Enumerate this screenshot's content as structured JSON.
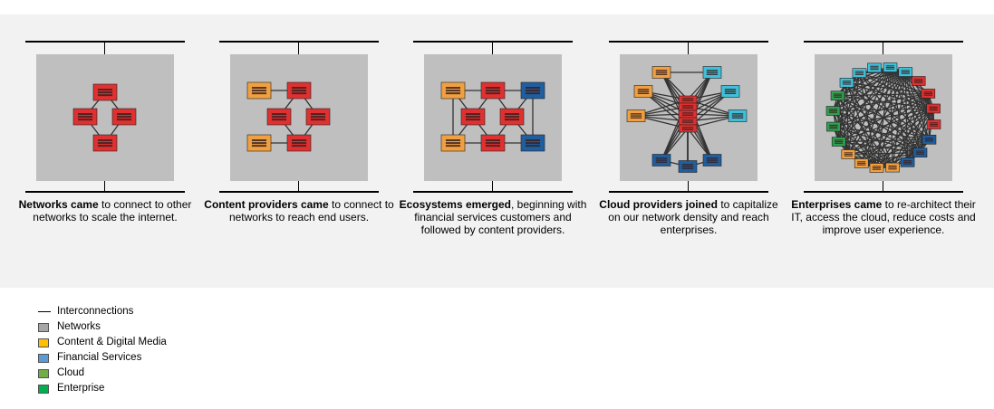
{
  "panels": [
    {
      "bold": "Networks came",
      "rest": " to connect to other networks to scale the internet."
    },
    {
      "bold": "Content providers came",
      "rest": " to connect to networks to reach end users."
    },
    {
      "bold": "Ecosystems emerged",
      "rest": ", beginning with financial services customers and followed by content providers."
    },
    {
      "bold": "Cloud providers joined",
      "rest": " to capitalize on our network density and reach enterprises."
    },
    {
      "bold": "Enterprises came",
      "rest": " to re-architect their IT, access the cloud, reduce costs and improve user experience."
    }
  ],
  "legend": [
    {
      "label": "Interconnections",
      "kind": "line",
      "color": "#000000"
    },
    {
      "label": "Networks",
      "kind": "swatch",
      "color": "#a6a6a6"
    },
    {
      "label": "Content & Digital Media",
      "kind": "swatch",
      "color": "#ffc000"
    },
    {
      "label": "Financial Services",
      "kind": "swatch",
      "color": "#5b9bd5"
    },
    {
      "label": "Cloud",
      "kind": "swatch",
      "color": "#70ad47"
    },
    {
      "label": "Enterprise",
      "kind": "swatch",
      "color": "#00b050"
    }
  ],
  "colors": {
    "network_node": "#e03030",
    "content_node": "#f0a040",
    "financial_node": "#1f5f9f",
    "cloud_node": "#40c0d8",
    "enterprise_node": "#30a050",
    "band": "#f2f2f2",
    "diagram_box": "#bfbfbf"
  }
}
